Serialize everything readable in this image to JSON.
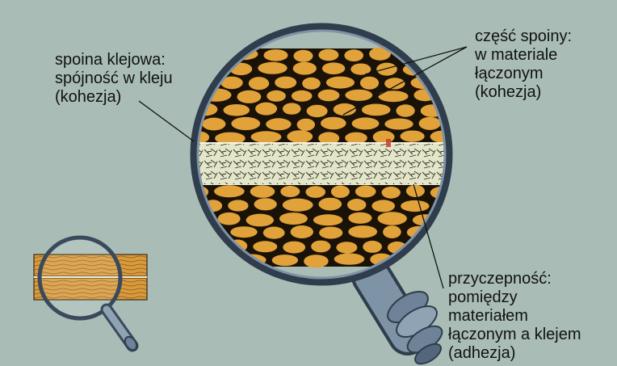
{
  "labels": {
    "cohesion_in_glue": {
      "line1": "spoina klejowa:",
      "line2": "spójność w kleju",
      "line3": "(kohezja)"
    },
    "cohesion_in_material": {
      "line1": "część spoiny:",
      "line2": "w materiale",
      "line3": "łączonym",
      "line4": "(kohezja)"
    },
    "adhesion": {
      "line1": "przyczepność:",
      "line2": "pomiędzy",
      "line3": "materiałem",
      "line4": "łączonym a klejem",
      "line5": "(adhezja)"
    }
  },
  "colors": {
    "background": "#a9bdb6",
    "wood_cell": "#e1a23a",
    "cell_wall": "#1a1207",
    "glue_layer": "#e4e6c9",
    "lens_rim": "#3a4a5c",
    "handle": "#7f93a6"
  }
}
